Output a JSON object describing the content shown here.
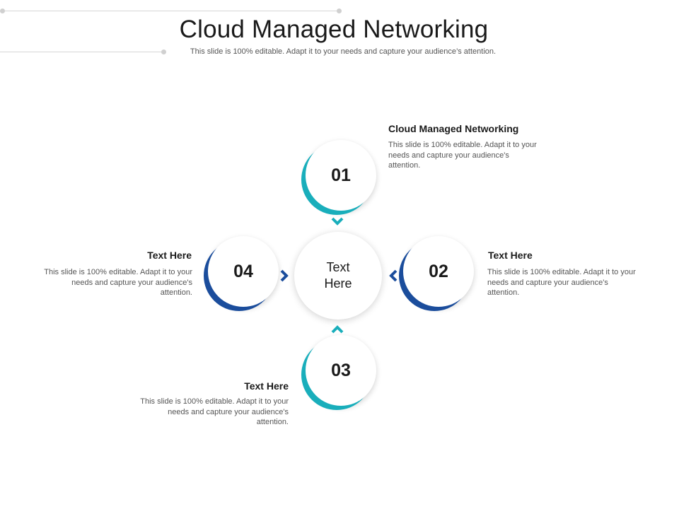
{
  "header": {
    "title": "Cloud Managed Networking",
    "subtitle": "This slide is 100% editable. Adapt it to your needs and capture your audience’s attention."
  },
  "center": {
    "label": "Text Here"
  },
  "steps": [
    {
      "number": "01",
      "title": "Cloud Managed Networking",
      "body": "This slide is 100% editable. Adapt it to your needs and capture your audience's attention.",
      "accent": "#19aebb"
    },
    {
      "number": "02",
      "title": "Text Here",
      "body": "This slide is 100% editable. Adapt it to your needs and capture your audience's attention.",
      "accent": "#1b4d9c"
    },
    {
      "number": "03",
      "title": "Text Here",
      "body": "This slide is 100% editable. Adapt it to your needs and capture your audience's attention.",
      "accent": "#19aebb"
    },
    {
      "number": "04",
      "title": "Text Here",
      "body": "This slide is 100% editable. Adapt it to your needs and capture your audience's attention.",
      "accent": "#1b4d9c"
    }
  ],
  "colors": {
    "teal": "#19aebb",
    "navy": "#1b4d9c"
  }
}
